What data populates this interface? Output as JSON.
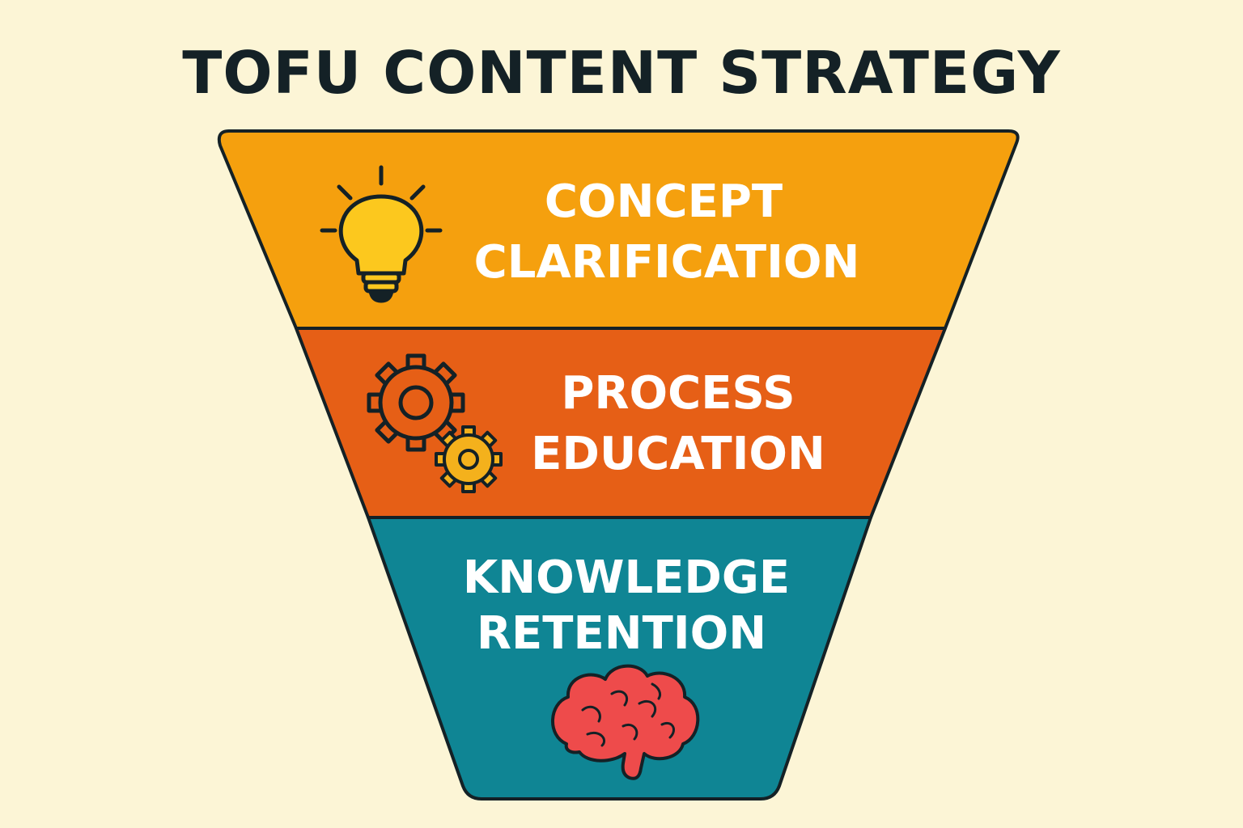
{
  "title": "TOFU CONTENT STRATEGY",
  "stages": [
    {
      "line1": "CONCEPT",
      "line2": "CLARIFICATION",
      "icon": "lightbulb-icon",
      "color": "#f5a00e"
    },
    {
      "line1": "PROCESS",
      "line2": "EDUCATION",
      "icon": "gears-icon",
      "color": "#e65f16"
    },
    {
      "line1": "KNOWLEDGE",
      "line2": "RETENTION",
      "icon": "brain-icon",
      "color": "#0f8594"
    }
  ],
  "colors": {
    "background": "#fcf5d6",
    "outline": "#142126",
    "bulb": "#fcc81e",
    "brain": "#ee4b4b",
    "small_gear": "#f4b11c"
  }
}
